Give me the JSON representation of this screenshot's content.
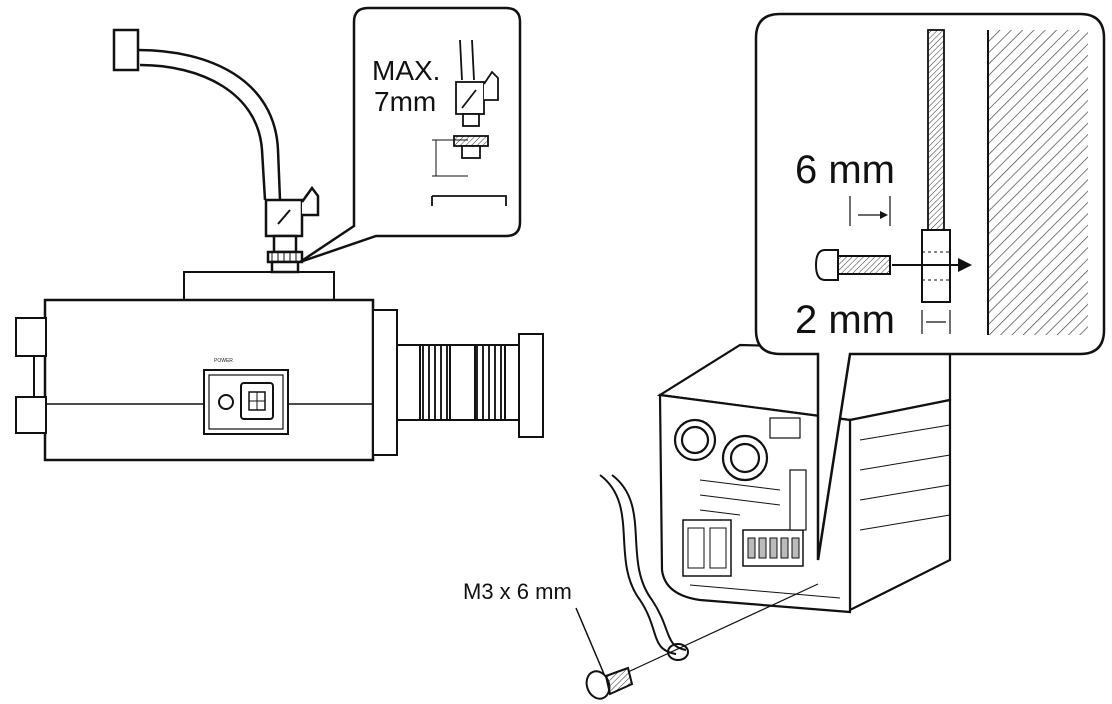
{
  "labels": {
    "max": "MAX.",
    "seven_mm": "7mm",
    "six_mm": "6 mm",
    "two_mm": "2 mm",
    "screw": "M3 x 6 mm",
    "power": "POWER"
  },
  "colors": {
    "line": "#111111",
    "fill_light": "#f2f2f2",
    "fill_mid": "#d9d9d9",
    "hatch": "#444444"
  }
}
